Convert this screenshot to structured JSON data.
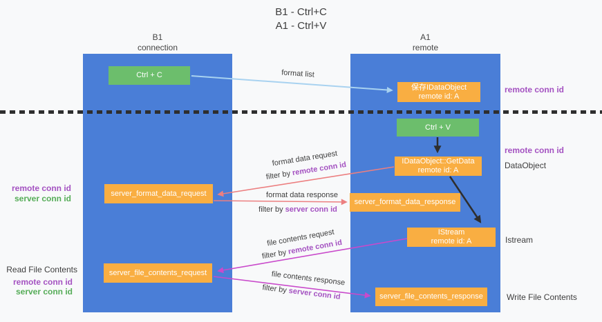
{
  "title": {
    "line1": "B1 - Ctrl+C",
    "line2": "A1 - Ctrl+V"
  },
  "columns": {
    "left": {
      "name": "B1",
      "role": "connection"
    },
    "right": {
      "name": "A1",
      "role": "remote"
    }
  },
  "boxes": {
    "ctrl_c": "Ctrl + C",
    "ctrl_v": "Ctrl + V",
    "save_idataobject": {
      "line1": "保存IDataObject",
      "line2": "remote id: A"
    },
    "getdata": {
      "line1": "IDataObject::GetData",
      "line2": "remote id: A"
    },
    "istream": {
      "line1": "IStream",
      "line2": "remote id: A"
    },
    "format_request": "server_format_data_request",
    "format_response": "server_format_data_response",
    "file_request": "server_file_contents_request",
    "file_response": "server_file_contents_response"
  },
  "arrow_labels": {
    "format_list": "format list",
    "format_data_request": "format data request",
    "format_data_request_filter": {
      "prefix": "filter by ",
      "highlight": "remote conn id"
    },
    "format_data_response": "format data response",
    "format_data_response_filter": {
      "prefix": "filter by ",
      "highlight": "server conn id"
    },
    "file_contents_request": "file contents request",
    "file_contents_request_filter": {
      "prefix": "filter by ",
      "highlight": "remote conn id"
    },
    "file_contents_response": "file contents response",
    "file_contents_response_filter": {
      "prefix": "filter by ",
      "highlight": "server conn id"
    }
  },
  "side_labels": {
    "right": {
      "remote_conn_id_top": "remote conn id",
      "remote_conn_id_mid": "remote conn id",
      "dataobject": "DataObject",
      "istream": "Istream",
      "write_file_contents": "Write File Contents"
    },
    "left": {
      "remote_conn_id_1": "remote conn id",
      "server_conn_id_1": "server conn id",
      "read_file_contents": "Read File Contents",
      "remote_conn_id_2": "remote conn id",
      "server_conn_id_2": "server conn id"
    }
  },
  "colors": {
    "column_blue": "#4A7ED7",
    "box_green": "#6CBE6C",
    "box_orange": "#F9AE42",
    "arrow_salmon": "#EC7F80",
    "arrow_magenta": "#C94ACB",
    "arrow_lightblue": "#A8D2F0",
    "arrow_black": "#2e2e2e",
    "text_purple": "#A452C1",
    "text_green": "#55AC57",
    "text_dark": "#3D3D3D"
  }
}
